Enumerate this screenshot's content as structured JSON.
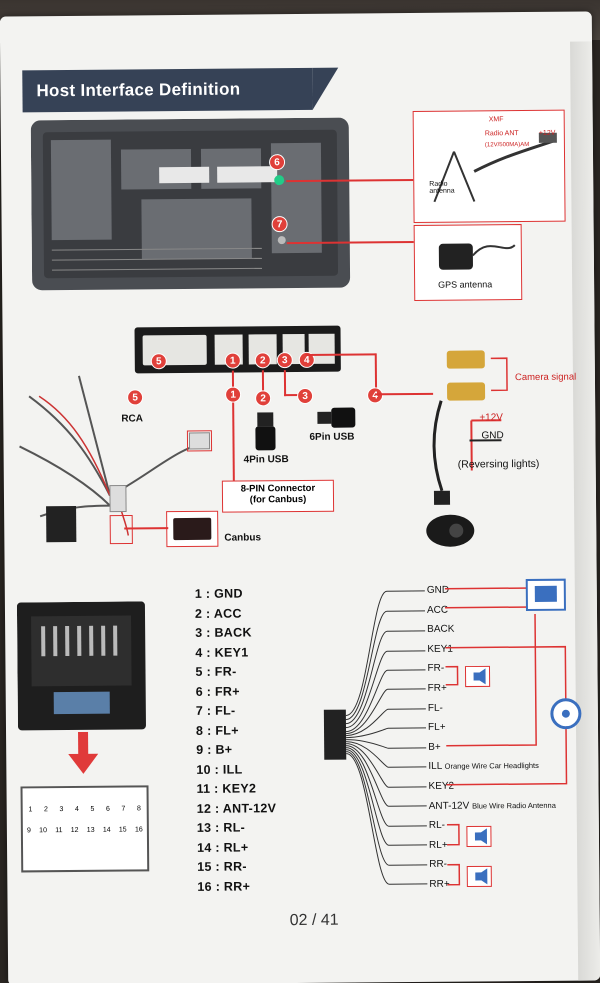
{
  "header": {
    "title": "Host Interface Definition"
  },
  "top_labels": {
    "xmf": "XMF",
    "radio_ant": "Radio ANT",
    "plus12v": "+12V",
    "antenna_code": "(12V/500MA)AM",
    "radio_antenna": "Radio antenna",
    "gps_antenna": "GPS antenna"
  },
  "middle_labels": {
    "rca": "RCA",
    "usb4": "4Pin USB",
    "usb6": "6Pin USB",
    "connector_line1": "8-PIN Connector",
    "connector_line2": "(for Canbus)",
    "canbus": "Canbus",
    "camera_signal": "Camera signal",
    "plus12v": "+12V",
    "gnd": "GND",
    "reversing": "(Reversing lights)"
  },
  "badges": [
    "1",
    "2",
    "3",
    "4",
    "5",
    "6",
    "7"
  ],
  "pins": [
    "1 : GND",
    "2 : ACC",
    "3 : BACK",
    "4 : KEY1",
    "5 : FR-",
    "6 : FR+",
    "7 : FL-",
    "8 : FL+",
    "9 : B+",
    "10 : ILL",
    "11 : KEY2",
    "12 : ANT-12V",
    "13 : RL-",
    "14 : RL+",
    "15 : RR-",
    "16 : RR+"
  ],
  "wires": [
    {
      "label": "GND",
      "note": ""
    },
    {
      "label": "ACC",
      "note": ""
    },
    {
      "label": "BACK",
      "note": ""
    },
    {
      "label": "KEY1",
      "note": ""
    },
    {
      "label": "FR-",
      "note": ""
    },
    {
      "label": "FR+",
      "note": ""
    },
    {
      "label": "FL-",
      "note": ""
    },
    {
      "label": "FL+",
      "note": ""
    },
    {
      "label": "B+",
      "note": ""
    },
    {
      "label": "ILL",
      "note": "Orange Wire Car Headlights"
    },
    {
      "label": "KEY2",
      "note": ""
    },
    {
      "label": "ANT-12V",
      "note": "Blue Wire Radio Antenna"
    },
    {
      "label": "RL-",
      "note": ""
    },
    {
      "label": "RL+",
      "note": ""
    },
    {
      "label": "RR-",
      "note": ""
    },
    {
      "label": "RR+",
      "note": ""
    }
  ],
  "connector_grid": {
    "row1": [
      "1",
      "2",
      "3",
      "4",
      "5",
      "6",
      "7",
      "8"
    ],
    "row2": [
      "9",
      "10",
      "11",
      "12",
      "13",
      "14",
      "15",
      "16"
    ]
  },
  "footer": {
    "page": "02 / 41"
  },
  "colors": {
    "accent_red": "#d33333",
    "header_bg": "#364256",
    "paper": "#f3f3f1"
  }
}
